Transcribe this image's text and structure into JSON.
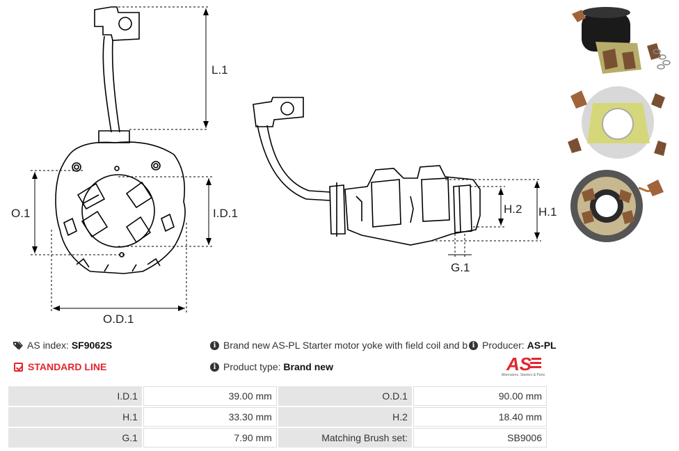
{
  "drawing": {
    "labels": {
      "l1": "L.1",
      "o1": "O.1",
      "id1": "I.D.1",
      "od1": "O.D.1",
      "h1": "H.1",
      "h2": "H.2",
      "g1": "G.1"
    }
  },
  "thumbnails": [
    {
      "name": "assembled-view"
    },
    {
      "name": "top-view"
    },
    {
      "name": "bottom-view"
    }
  ],
  "info": {
    "as_index_label": "AS index:",
    "as_index_value": "SF9062S",
    "description": "Brand new AS-PL Starter motor yoke with field coil and brush",
    "producer_label": "Producer:",
    "producer_value": "AS-PL",
    "line": "STANDARD LINE",
    "product_type_label": "Product type:",
    "product_type_value": "Brand new"
  },
  "logo": {
    "text": "AS",
    "subtitle": "Alternators, Starters & Parts",
    "color": "#e3252d"
  },
  "specs": [
    {
      "label1": "I.D.1",
      "value1": "39.00 mm",
      "label2": "O.D.1",
      "value2": "90.00 mm"
    },
    {
      "label1": "H.1",
      "value1": "33.30 mm",
      "label2": "H.2",
      "value2": "18.40 mm"
    },
    {
      "label1": "G.1",
      "value1": "7.90 mm",
      "label2": "Matching Brush set:",
      "value2": "SB9006"
    }
  ]
}
